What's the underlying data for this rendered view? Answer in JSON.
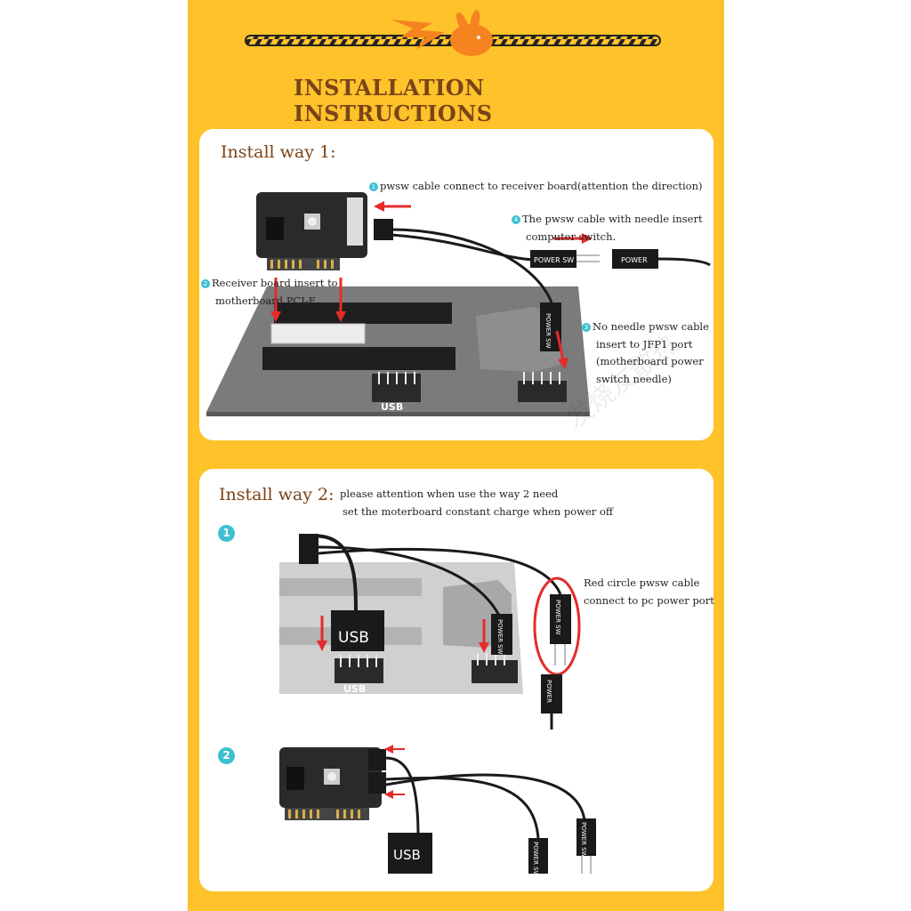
{
  "header": {
    "title": "INSTALLATION INSTRUCTIONS"
  },
  "way1": {
    "title": "Install way 1:",
    "steps": [
      {
        "num": "1",
        "text": "pwsw cable connect to receiver board(attention the direction)"
      },
      {
        "num": "2",
        "line1": "Receiver board insert to",
        "line2": "motherboard PCI-E"
      },
      {
        "num": "3",
        "line1": "No needle pwsw cable",
        "line2": "insert to JFP1 port",
        "line3": "(motherboard power",
        "line4": "switch needle)"
      },
      {
        "num": "4",
        "line1": "The pwsw cable with needle insert",
        "line2": "computer switch."
      }
    ],
    "labels": {
      "power_sw": "POWER SW",
      "power": "POWER",
      "usb": "USB"
    }
  },
  "way2": {
    "title": "Install way 2:",
    "note_line1": "please attention when use the way 2 need",
    "note_line2": "set the moterboard constant charge when power off",
    "step1": "1",
    "step2": "2",
    "red_circle_line1": "Red circle pwsw cable",
    "red_circle_line2": "connect to pc power port",
    "labels": {
      "usb": "USB",
      "power_sw": "POWER SW",
      "power": "POWER"
    }
  },
  "watermark": "发烧友散热",
  "colors": {
    "background": "#fec32a",
    "heading": "#7a4419",
    "card": "#ffffff",
    "badge": "#3ec0d3",
    "arrow": "#e52b2b"
  }
}
